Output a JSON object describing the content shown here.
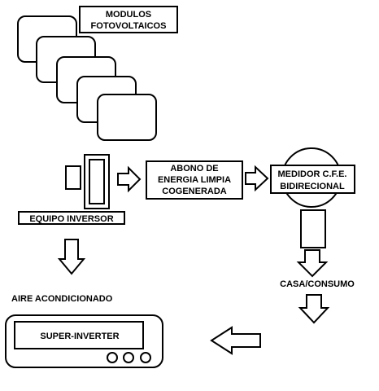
{
  "diagram": {
    "panels_label_line1": "MODULOS",
    "panels_label_line2": "FOTOVOLTAICOS",
    "inverter_label": "EQUIPO INVERSOR",
    "abono_line1": "ABONO DE",
    "abono_line2": "ENERGIA LIMPIA",
    "abono_line3": "COGENERADA",
    "meter_line1": "MEDIDOR C.F.E.",
    "meter_line2": "BIDIRECIONAL",
    "casa_label": "CASA/CONSUMO",
    "aire_label": "AIRE ACONDICIONADO",
    "ac_unit_label": "SUPER-INVERTER"
  }
}
